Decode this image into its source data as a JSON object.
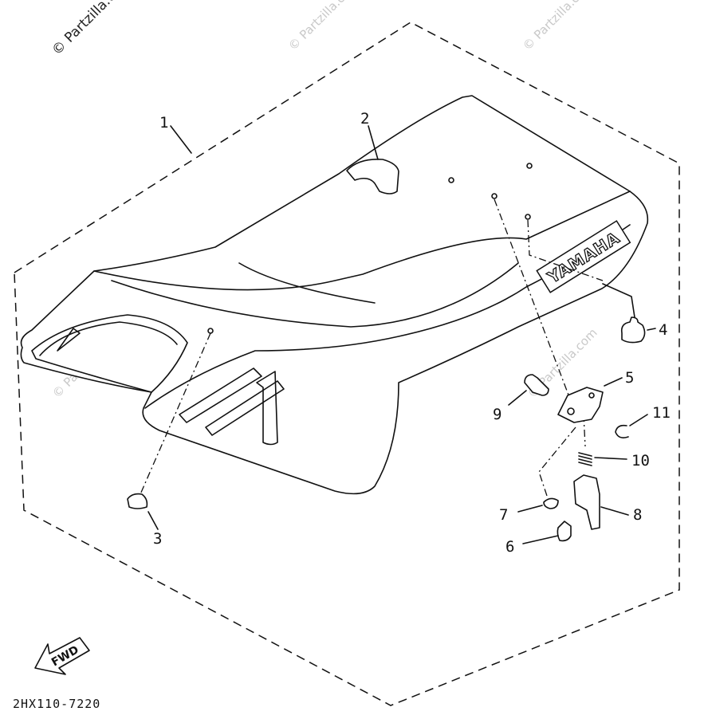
{
  "diagram": {
    "drawing_code": "2HX110-7220",
    "watermark": "© Partzilla.com",
    "brand_text": "YAMAHA",
    "fwd_label": "FWD",
    "callouts": [
      "1",
      "2",
      "3",
      "4",
      "5",
      "6",
      "7",
      "8",
      "9",
      "10",
      "11"
    ]
  }
}
